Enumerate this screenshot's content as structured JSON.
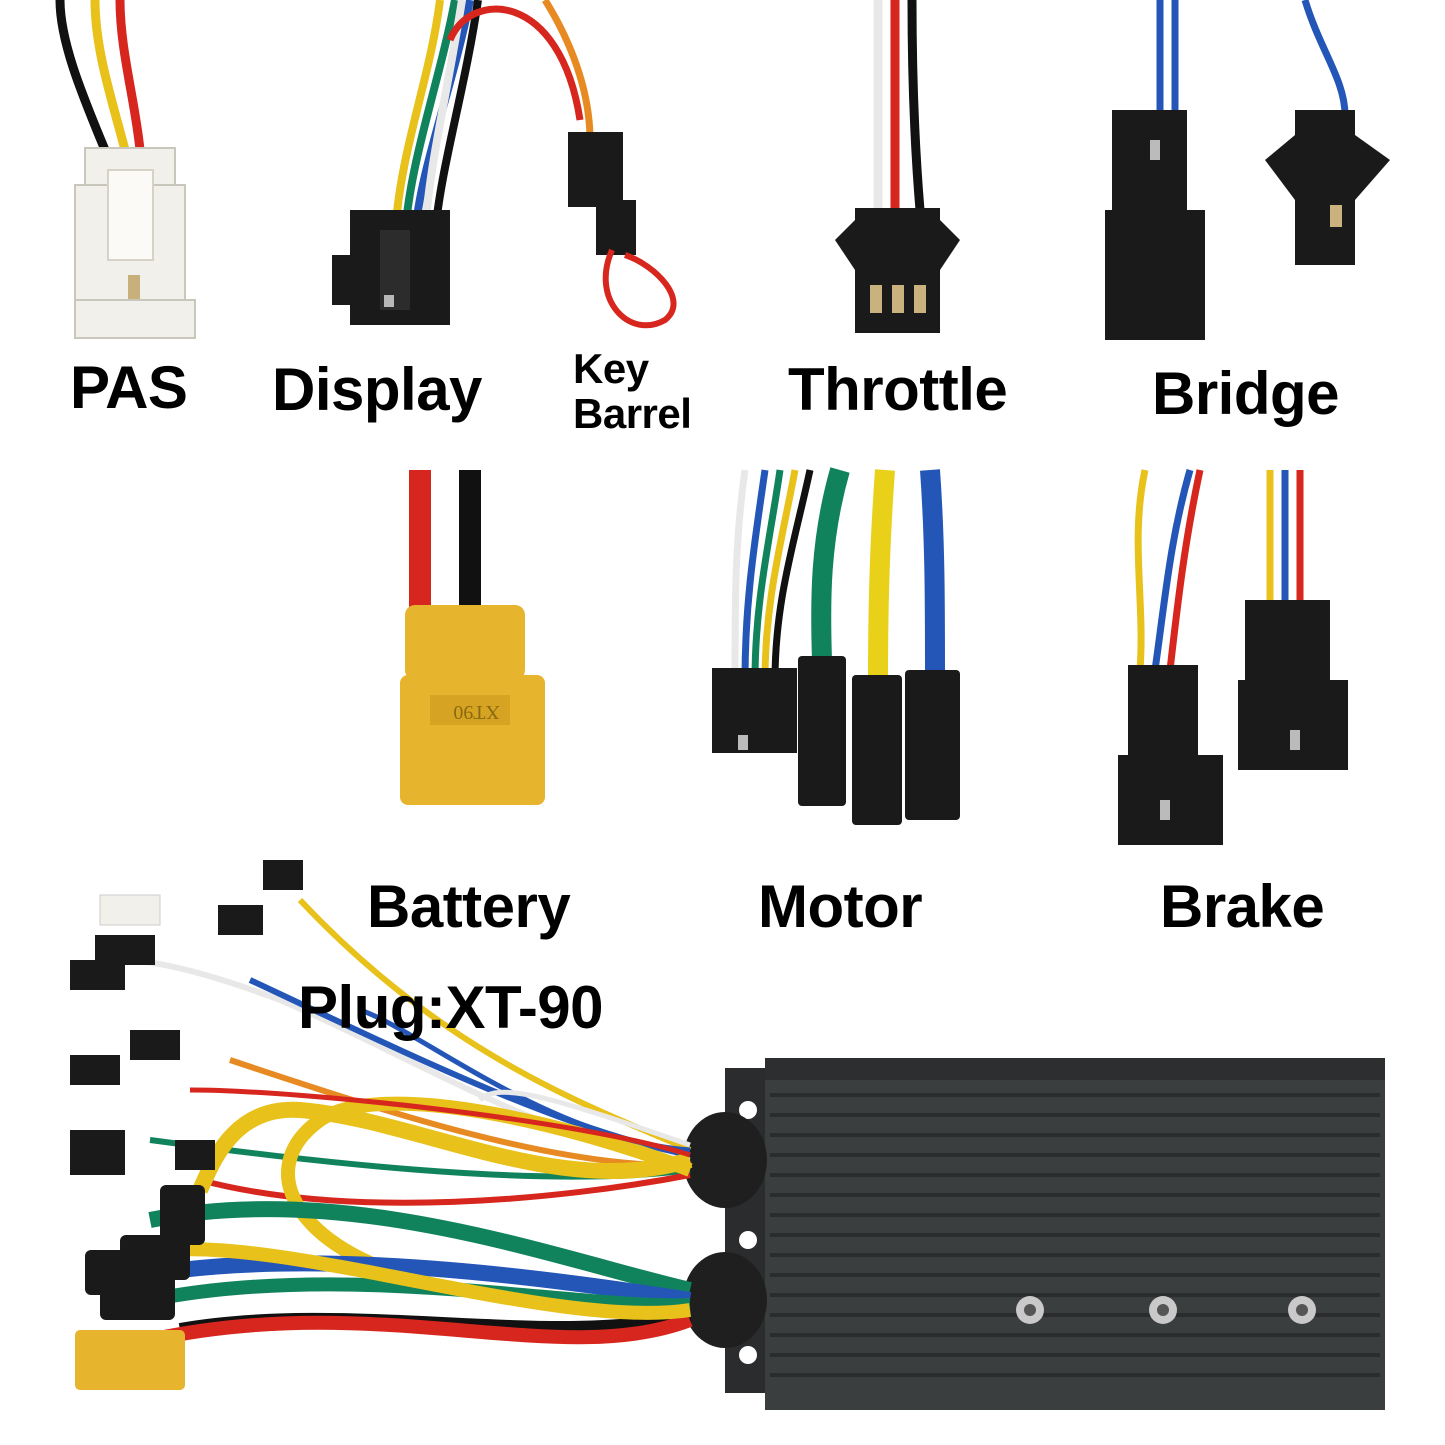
{
  "labels": {
    "pas": "PAS",
    "display": "Display",
    "key_barrel_line1": "Key",
    "key_barrel_line2": "Barrel",
    "throttle": "Throttle",
    "bridge": "Bridge",
    "battery": "Battery",
    "motor": "Motor",
    "brake": "Brake",
    "plug": "Plug:XT-90"
  },
  "connector_marking": "XT90",
  "colors": {
    "red": "#d7261e",
    "black": "#111111",
    "yellow": "#e8c11a",
    "green": "#11835c",
    "blue": "#2456b8",
    "white": "#e8e8e8",
    "orange": "#e88a22",
    "xt90_yellow": "#e6b52d",
    "housing": "#3b3e3f",
    "connector_black": "#1a1a1a",
    "pas_white": "#f2f0ea"
  }
}
